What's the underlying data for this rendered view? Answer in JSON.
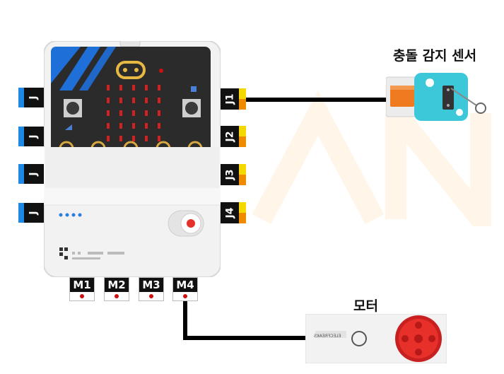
{
  "left_ports": [
    "J",
    "J",
    "J",
    "J"
  ],
  "right_ports": [
    "J1",
    "J2",
    "J3",
    "J4"
  ],
  "motor_ports": [
    "M1",
    "M2",
    "M3",
    "M4"
  ],
  "sensor": {
    "label": "충돌 감지 센서",
    "icon": "crash-sensor-module"
  },
  "motor": {
    "label": "모터",
    "brand": "ELECFREAKS",
    "icon": "servo-motor-module"
  },
  "board": {
    "icon": "microbit-board"
  },
  "colors": {
    "port_blue": "#1e88e5",
    "port_yellow": "#f5d800",
    "port_orange": "#f08a00",
    "sensor_teal": "#3cc8d8",
    "motor_red": "#e8302a",
    "wire": "#000000"
  }
}
